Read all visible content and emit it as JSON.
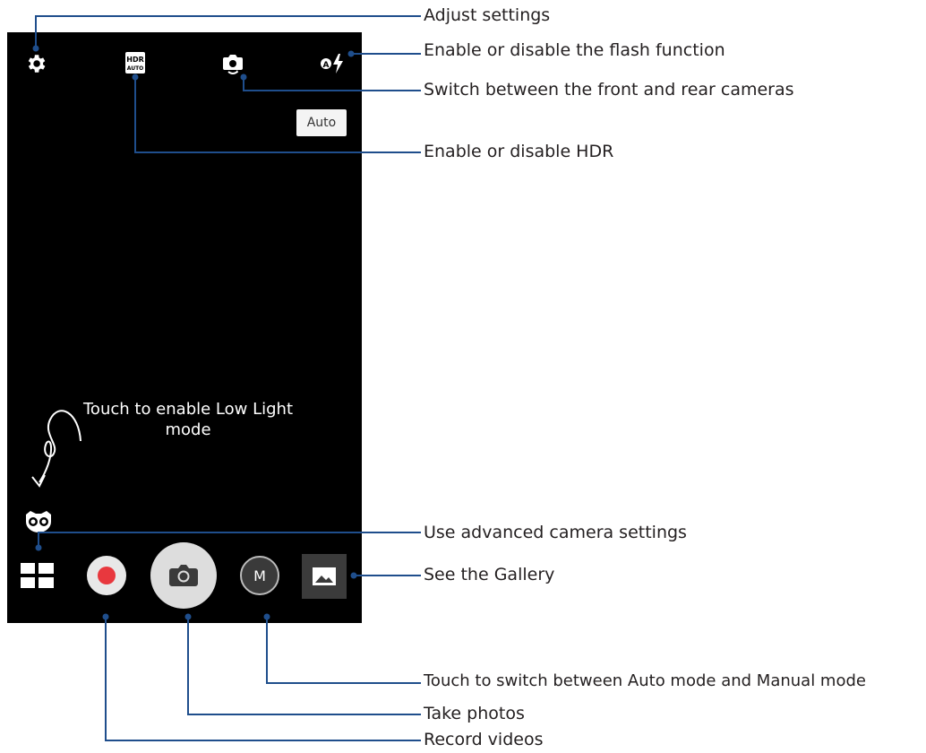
{
  "camera_ui": {
    "mode_chip": "Auto",
    "low_light_tip": "Touch to enable Low Light mode",
    "mode_button_letter": "M"
  },
  "callouts": {
    "adjust_settings": "Adjust settings",
    "flash": "Enable or disable the flash function",
    "switch_camera": "Switch between the front and rear cameras",
    "hdr": "Enable or disable HDR",
    "advanced": "Use advanced camera settings",
    "gallery": "See the Gallery",
    "auto_manual": "Touch to switch between Auto mode and Manual mode",
    "take_photos": "Take photos",
    "record_videos": "Record videos"
  },
  "icons": {
    "settings": "gear-icon",
    "hdr": "hdr-auto-icon",
    "switch": "camera-switch-icon",
    "flash": "flash-auto-icon",
    "low_light": "owl-icon",
    "advanced": "grid-icon",
    "record": "record-icon",
    "shutter": "camera-icon",
    "mode": "manual-mode-icon",
    "gallery": "gallery-icon"
  },
  "colors": {
    "leader_line": "#1f4e8c",
    "record_dot": "#e8383e",
    "screen_background": "#000000"
  }
}
